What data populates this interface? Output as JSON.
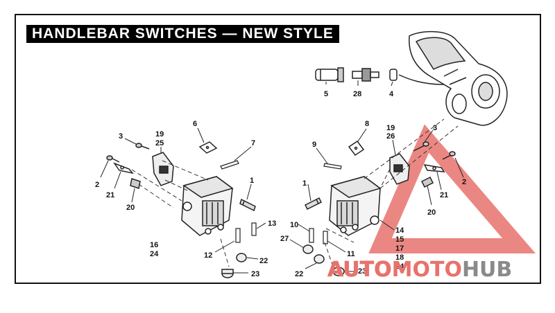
{
  "title": "HANDLEBAR SWITCHES — NEW STYLE",
  "callouts": {
    "left_1": "1",
    "left_2": "2",
    "left_3": "3",
    "left_6": "6",
    "left_7": "7",
    "left_12": "12",
    "left_13": "13",
    "left_16": "16",
    "left_24": "24",
    "left_19": "19",
    "left_25": "25",
    "left_20": "20",
    "left_21": "21",
    "left_22": "22",
    "left_23": "23",
    "top_5": "5",
    "top_28": "28",
    "top_4": "4",
    "right_8": "8",
    "right_9": "9",
    "right_19": "19",
    "right_26": "26",
    "right_3": "3",
    "right_2": "2",
    "right_1": "1",
    "right_21": "21",
    "right_20": "20",
    "right_10": "10",
    "right_27": "27",
    "right_11": "11",
    "right_22": "22",
    "right_23": "23",
    "right_14": "14",
    "right_15": "15",
    "right_17": "17",
    "right_18": "18",
    "right_24": "24"
  },
  "watermark": {
    "part1": "AUTO",
    "part2": "MOTO",
    "part3": "HUB",
    "color_primary": "#e8726c",
    "color_secondary": "#8a8a8a"
  }
}
